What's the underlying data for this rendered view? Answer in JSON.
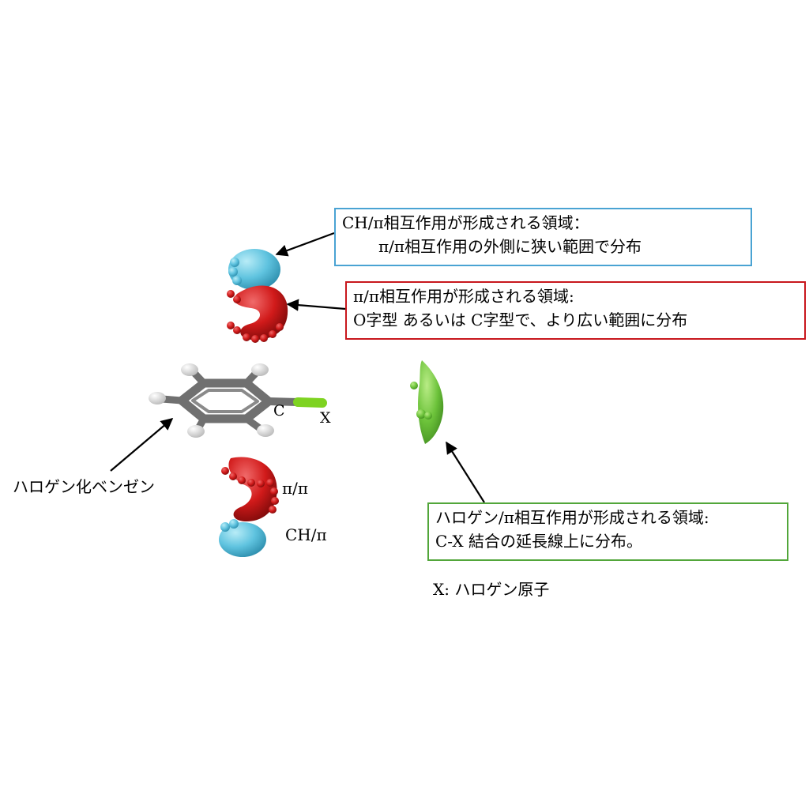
{
  "callouts": {
    "ch_pi": {
      "line1": "CH/π相互作用が形成される領域：",
      "line2": "π/π相互作用の外側に狭い範囲で分布",
      "color": "#4aa3d3"
    },
    "pi_pi": {
      "line1": "π/π相互作用が形成される領域:",
      "line2": "O字型 あるいは C字型で、より広い範囲に分布",
      "color": "#c8171d"
    },
    "halogen_pi": {
      "line1": "ハロゲン/π相互作用が形成される領域:",
      "line2": "C-X 結合の延長線上に分布。",
      "color": "#52a63a"
    }
  },
  "labels": {
    "benzene": "ハロゲン化ベンゼン",
    "pi_pi": "π/π",
    "ch_pi": "CH/π",
    "carbon": "C",
    "halogen_atom": "X",
    "halogen_def": "X: ハロゲン原子"
  },
  "colors": {
    "ch_pi_region": "#5fc3df",
    "pi_pi_region": "#d11a1a",
    "halogen_region": "#6cc23a",
    "carbon_bond": "#707070",
    "hydrogen": "#ececec",
    "halogen_bond": "#7ed321"
  }
}
